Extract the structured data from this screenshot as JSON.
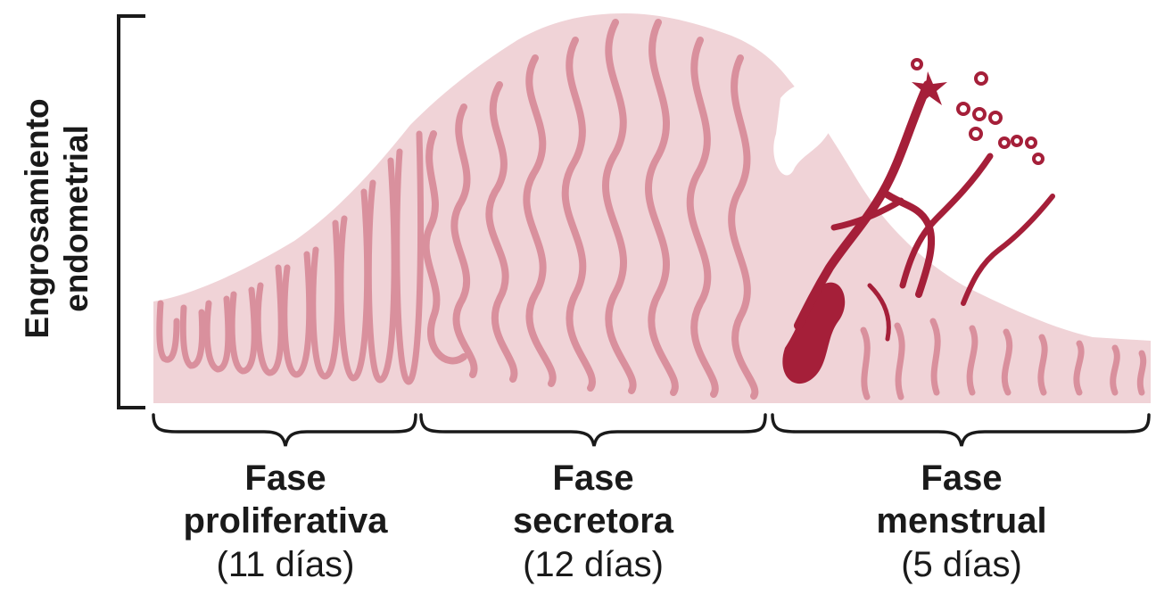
{
  "figure": {
    "y_axis_label": [
      "Engrosamiento",
      "endometrial"
    ],
    "phases": [
      {
        "name_line1": "Fase",
        "name_line2": "proliferativa",
        "duration": "(11 días)"
      },
      {
        "name_line1": "Fase",
        "name_line2": "secretora",
        "duration": "(12 días)"
      },
      {
        "name_line1": "Fase",
        "name_line2": "menstrual",
        "duration": "(5 días)"
      }
    ]
  },
  "colors": {
    "stroma": "#f0d3d7",
    "gland": "#d9909d",
    "blood": "#a51f39",
    "shed": "#f4dde1",
    "ink": "#1a1a1a"
  }
}
